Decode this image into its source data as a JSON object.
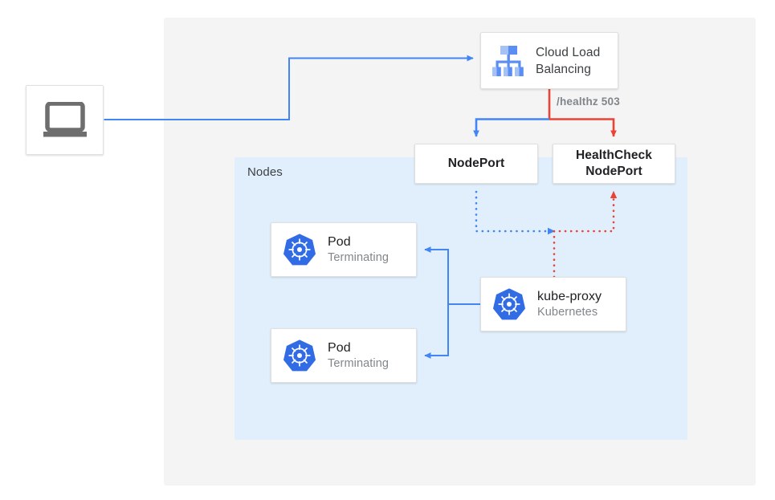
{
  "diagram": {
    "title": "Kubernetes NodePort health check drain diagram",
    "regions": {
      "outer_panel": {
        "name": "cloud-platform-panel",
        "color": "#f4f4f4"
      },
      "nodes_region": {
        "label": "Nodes",
        "color": "#e1effd"
      }
    },
    "nodes": [
      {
        "id": "client",
        "icon": "laptop-icon",
        "label": ""
      },
      {
        "id": "cloud-load-balancing",
        "icon": "cloud-load-balancing-icon",
        "label_line1": "Cloud Load",
        "label_line2": "Balancing"
      },
      {
        "id": "nodeport",
        "label": "NodePort"
      },
      {
        "id": "healthcheck-nodeport",
        "label_line1": "HealthCheck",
        "label_line2": "NodePort"
      },
      {
        "id": "pod-1",
        "icon": "kubernetes-icon",
        "title": "Pod",
        "subtitle": "Terminating"
      },
      {
        "id": "pod-2",
        "icon": "kubernetes-icon",
        "title": "Pod",
        "subtitle": "Terminating"
      },
      {
        "id": "kube-proxy",
        "icon": "kubernetes-icon",
        "title": "kube-proxy",
        "subtitle": "Kubernetes"
      }
    ],
    "edge_labels": {
      "healthz": "/healthz 503"
    },
    "colors": {
      "blue": "#4285f4",
      "red": "#ea4335",
      "panel_gray": "#f4f4f4",
      "nodes_blue": "#e1effd",
      "text_dark": "#202124",
      "text_gray": "#80868b",
      "icon_gray": "#6e6e6e",
      "k8s_blue": "#326ce5"
    }
  }
}
